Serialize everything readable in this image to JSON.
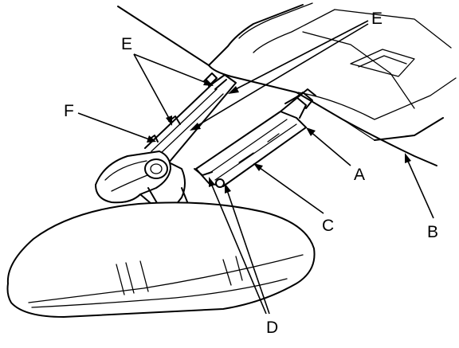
{
  "diagram": {
    "callouts": {
      "A": "A",
      "B": "B",
      "C": "C",
      "D": "D",
      "E_left": "E",
      "E_right": "E",
      "F": "F"
    }
  }
}
